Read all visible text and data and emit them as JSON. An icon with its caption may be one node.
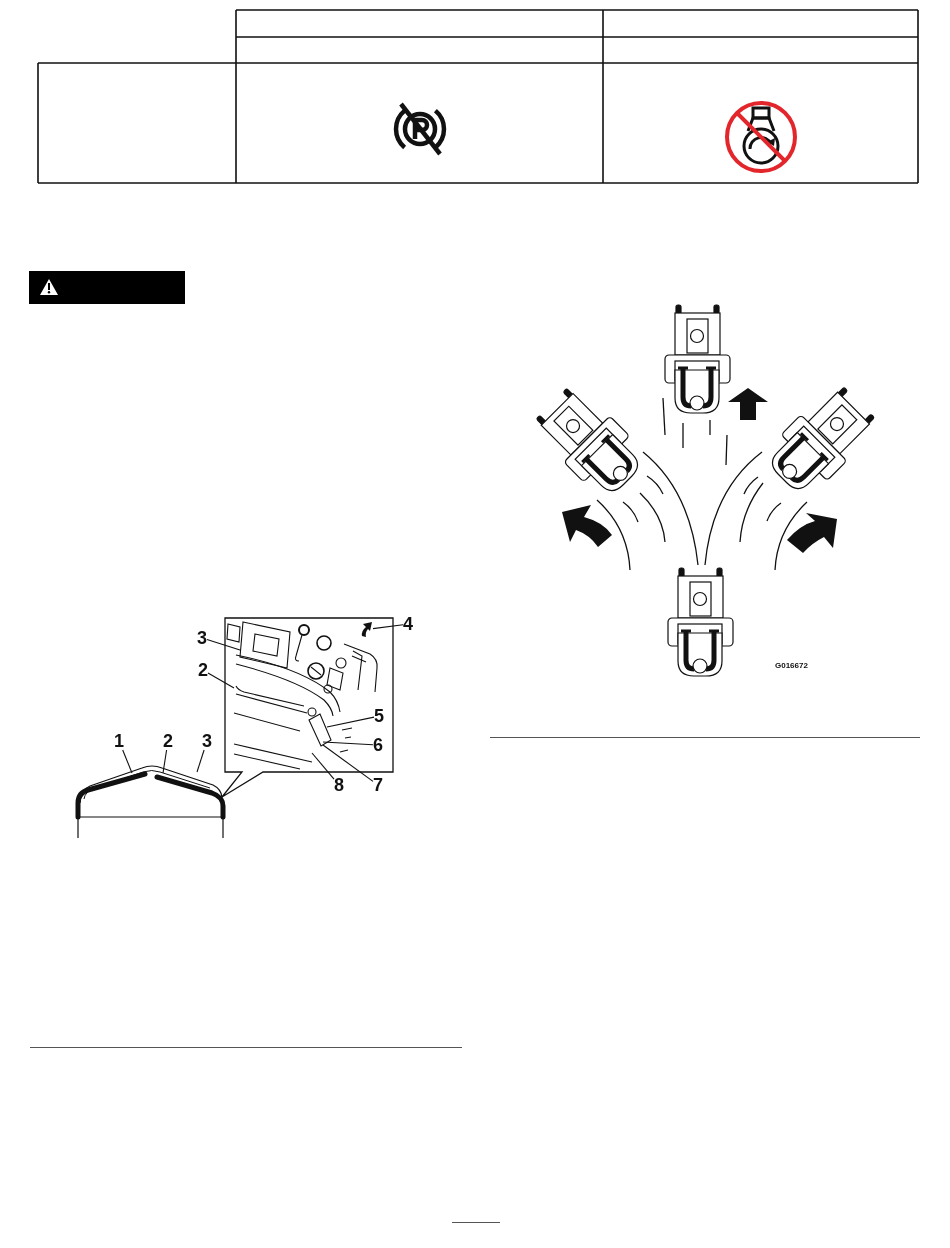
{
  "diagram": {
    "nodes": [
      {
        "text": [
          "3"
        ]
      },
      {
        "text": [
          "4"
        ]
      },
      {
        "text": [
          "2"
        ]
      },
      {
        "text": [
          "5"
        ]
      },
      {
        "text": [
          "6"
        ]
      },
      {
        "text": [
          "1"
        ]
      },
      {
        "text": [
          "2"
        ]
      },
      {
        "text": [
          "3"
        ]
      },
      {
        "text": [
          "8"
        ]
      },
      {
        "text": [
          "7"
        ]
      },
      {
        "text": [],
        "shape": "arrow"
      }
    ],
    "edges": [
      {
        "from": 0,
        "to": null,
        "arrow": "none"
      },
      {
        "from": 1,
        "to": 10,
        "arrow": "none"
      },
      {
        "from": 2,
        "to": null,
        "arrow": "none"
      },
      {
        "from": 3,
        "to": null,
        "arrow": "none"
      },
      {
        "from": 4,
        "to": null,
        "arrow": "none"
      },
      {
        "from": 5,
        "to": null,
        "arrow": "none"
      },
      {
        "from": 6,
        "to": null,
        "arrow": "none"
      },
      {
        "from": 7,
        "to": null,
        "arrow": "none"
      },
      {
        "from": 8,
        "to": null,
        "arrow": "none"
      },
      {
        "from": 9,
        "to": null,
        "arrow": "none"
      }
    ],
    "labels": [
      "G016672"
    ]
  }
}
